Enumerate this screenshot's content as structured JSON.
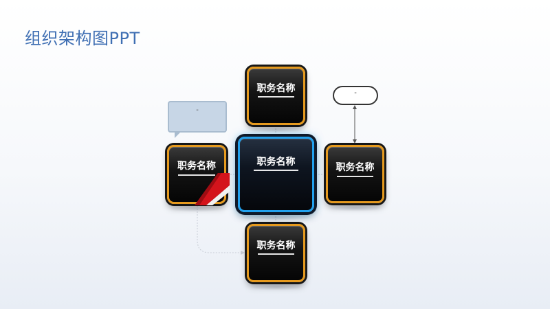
{
  "title": "组织架构图PPT",
  "nodes": {
    "top": "职务名称",
    "left": "职务名称",
    "center": "职务名称",
    "right": "职务名称",
    "bottom": "职务名称"
  },
  "callout_text": "-",
  "pill_text": "-",
  "colors": {
    "title": "#3f6fb3",
    "node_border": "#e69a1e",
    "center_border": "#21a1ee",
    "flag": "#d4141c",
    "callout_fill": "#c7d6e6"
  }
}
